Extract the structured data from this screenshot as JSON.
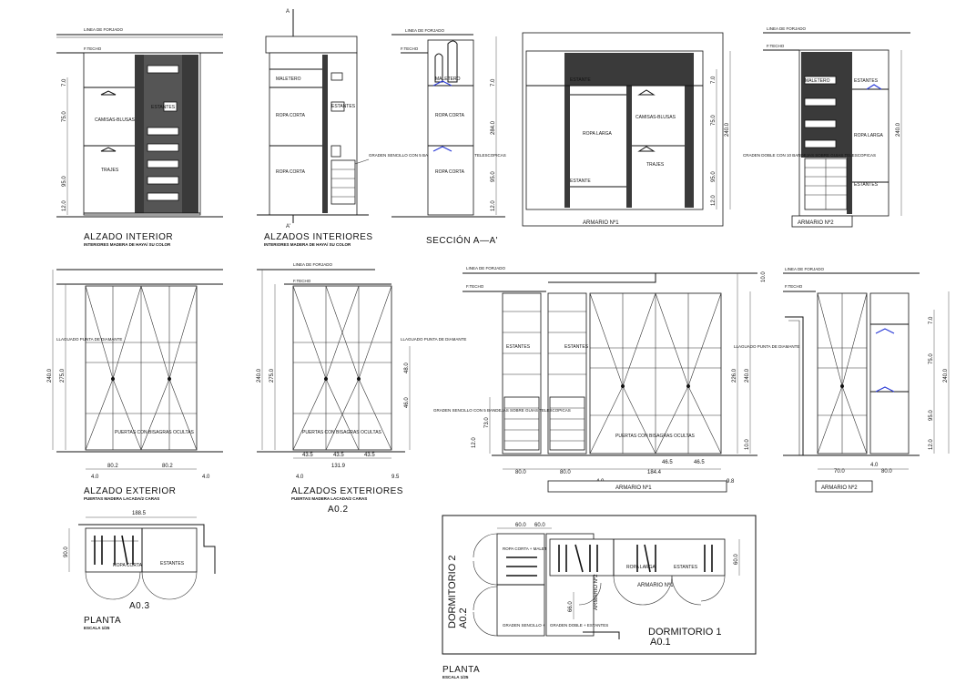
{
  "labels": {
    "linea_forjado": "LINEA DE FORJADO",
    "techo": "F.TECHO",
    "maletero": "MALETERO",
    "estantes": "ESTANTES",
    "estante": "ESTANTE",
    "camisas_blusas": "CAMISAS-BLUSAS",
    "trajes": "TRAJES",
    "ropa_corta": "ROPA CORTA",
    "ropa_larga": "ROPA LARGA",
    "cajonera": "GRADEN SENCILLO CON 5 BANDEJAS SOBRE GUIAS TELESCOPICAS",
    "cajonera_doble": "CRADEN DOBLE CON 10 BANDEJAS SOBRE GUIAS TELESCOPICAS",
    "llaguado": "LLAGUADO PUNTA DE DIAMANTE",
    "puertas": "PUERTAS CON BISAGRAS OCULTAS",
    "ropa_corta_maletero": "ROPA CORTA + MALETERO",
    "graden_estantes": "GRADEN SENCILLO + ESTANTES",
    "graden_doble_estantes": "GRADEN DOBLE + ESTANTES",
    "section_marker": "A",
    "section_marker_prime": "A'"
  },
  "titles": {
    "alzado_interior": "ALZADO INTERIOR",
    "alzado_interior_sub": "INTERIORES MADERA DE HAYA/ SU COLOR",
    "alzados_interiores": "ALZADOS INTERIORES",
    "alzados_interiores_sub": "INTERIORES MADERA DE HAYA/ SU COLOR",
    "seccion": "SECCIÓN A—A'",
    "armario1": "ARMARIO Nº1",
    "armario2": "ARMARIO Nº2",
    "alzado_exterior": "ALZADO EXTERIOR",
    "alzado_exterior_sub": "PUERTAS MADERA LACADA/2 CARAS",
    "alzados_exteriores": "ALZADOS EXTERIORES",
    "alzados_exteriores_sub": "PUERTAS MADERA LACADA/2 CARAS",
    "a02": "A0.2",
    "a03": "A0.3",
    "a01": "A0.1",
    "planta": "PLANTA",
    "escala": "ESCALA 1/25",
    "dormitorio1": "DORMITORIO 1",
    "dormitorio2": "DORMITORIO 2"
  },
  "dims": {
    "d70": "7.0",
    "d750": "75.0",
    "d950": "95.0",
    "d120": "12.0",
    "d2840": "284.0",
    "d2400": "240.0",
    "d2750": "275.0",
    "d2260": "226.0",
    "d802": "80.2",
    "d40": "4.0",
    "d435": "43.5",
    "d1319": "131.9",
    "d95": "9.5",
    "d100": "10.0",
    "d800": "80.0",
    "d1844": "184.4",
    "d465": "46.5",
    "d98": "9.8",
    "d700": "70.0",
    "d1885": "188.5",
    "d900": "90.0",
    "d600": "60.0",
    "d46": "46.0",
    "d480": "48.0",
    "d730": "73.0",
    "d600b": "60.0",
    "d660": "66.0"
  }
}
